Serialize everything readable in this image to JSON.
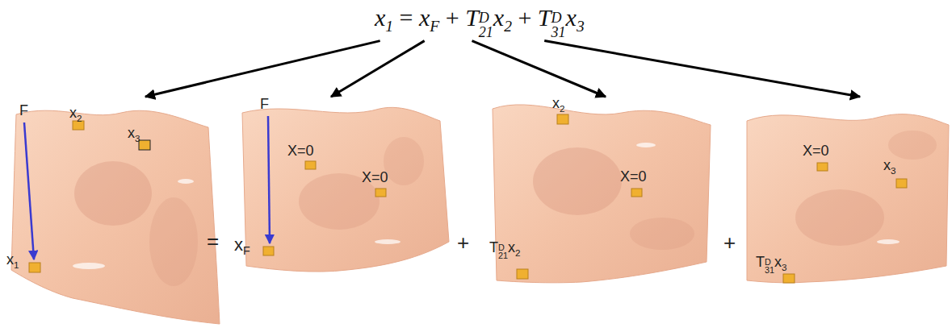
{
  "diagram": {
    "nodes": [
      {
        "text": [
          "x",
          "1",
          "=",
          "x",
          "F",
          "+",
          "T",
          "D",
          "21",
          "x",
          "2",
          "+",
          "T",
          "D",
          "31",
          "x",
          "3"
        ]
      },
      {
        "text": [
          "x",
          "2",
          "x",
          "3",
          "F",
          "x",
          "1"
        ]
      },
      {
        "text": [
          "F",
          "X=0",
          "X=0",
          "x",
          "F"
        ]
      },
      {
        "text": [
          "x",
          "2",
          "T",
          "D",
          "21",
          "x",
          "2",
          "X=0"
        ]
      },
      {
        "text": [
          "X=0",
          "x",
          "3",
          "T",
          "D",
          "31",
          "x",
          "3"
        ]
      }
    ],
    "edges": [
      {
        "from": 0,
        "to": 1,
        "arrow": "to"
      },
      {
        "from": 0,
        "to": 2,
        "arrow": "to"
      },
      {
        "from": 0,
        "to": 3,
        "arrow": "to"
      },
      {
        "from": 0,
        "to": 4,
        "arrow": "to"
      }
    ],
    "labels": [
      "=",
      "+",
      "+"
    ]
  }
}
